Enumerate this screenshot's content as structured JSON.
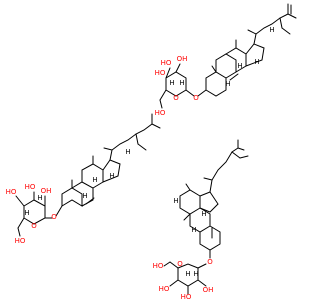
{
  "colors": {
    "bond": "#000000",
    "oxygen": "#ff0000",
    "background": "#ffffff"
  },
  "molecules": [
    {
      "name": "glucoside-left",
      "labels": [
        {
          "id": "oh-top",
          "text": "OH"
        },
        {
          "id": "oh-c3",
          "text": "HO"
        },
        {
          "id": "oh-c4",
          "text": "HO"
        },
        {
          "id": "oh-c6",
          "text": "HO"
        },
        {
          "id": "ring-o",
          "text": "O"
        },
        {
          "id": "glyco-o",
          "text": "O"
        },
        {
          "id": "h-1",
          "text": "H"
        },
        {
          "id": "h-2",
          "text": "H"
        },
        {
          "id": "h-3",
          "text": "H"
        },
        {
          "id": "h-4",
          "text": "H"
        },
        {
          "id": "h-5",
          "text": "H"
        },
        {
          "id": "h-6",
          "text": "H"
        }
      ]
    },
    {
      "name": "glucoside-top-right",
      "labels": [
        {
          "id": "oh-top",
          "text": "OH"
        },
        {
          "id": "oh-c3",
          "text": "HO"
        },
        {
          "id": "oh-c4",
          "text": "HO"
        },
        {
          "id": "oh-c6",
          "text": "HO"
        },
        {
          "id": "ring-o",
          "text": "O"
        },
        {
          "id": "glyco-o",
          "text": "O"
        },
        {
          "id": "h-1",
          "text": "H"
        },
        {
          "id": "h-2",
          "text": "H"
        },
        {
          "id": "h-3",
          "text": "H"
        },
        {
          "id": "h-4",
          "text": "H"
        },
        {
          "id": "h-5",
          "text": "H"
        },
        {
          "id": "h-6",
          "text": "H"
        }
      ]
    },
    {
      "name": "glucoside-bottom-right",
      "labels": [
        {
          "id": "oh-1",
          "text": "OH"
        },
        {
          "id": "oh-2",
          "text": "HO"
        },
        {
          "id": "oh-3",
          "text": "HO"
        },
        {
          "id": "oh-4",
          "text": "HO"
        },
        {
          "id": "ring-o",
          "text": "O"
        },
        {
          "id": "glyco-o",
          "text": "O"
        },
        {
          "id": "h-1",
          "text": "H"
        },
        {
          "id": "h-2",
          "text": "H"
        },
        {
          "id": "h-3",
          "text": "H"
        },
        {
          "id": "h-4",
          "text": "H"
        },
        {
          "id": "h-5",
          "text": "H"
        }
      ]
    }
  ]
}
